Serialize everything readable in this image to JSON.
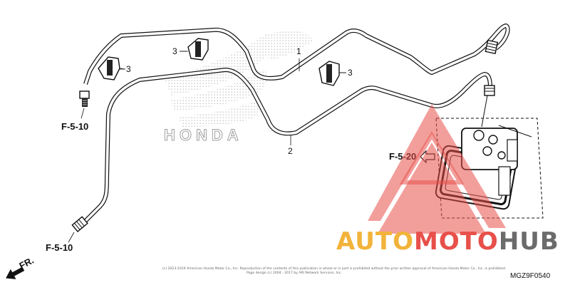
{
  "labels": {
    "ref_left_upper": "F-5-10",
    "ref_left_lower": "F-5-10",
    "ref_right": "F-5-20",
    "direction": "FR.",
    "diagram_code": "MGZ9F0540"
  },
  "callouts": {
    "pipe_1": "1",
    "pipe_2": "2",
    "clamp_a": "3",
    "clamp_b": "3",
    "clamp_c": "3"
  },
  "brand_mark": "HONDA",
  "watermark": {
    "part1": "AUTO",
    "part2": "MOTO",
    "part3": "HUB",
    "color_orange": "#f2b33a",
    "color_red": "#e8504a",
    "color_gray": "#6b6b6b"
  },
  "footer": {
    "line1": "(c) 2023-2019 American Honda Motor Co., Inc. Reproduction of the contents of this publication in whole or in part is prohibited without the prior written approval of American Honda Motor Co., Inc. is prohibited.",
    "line2": "Page design (c) 2004 - 2017 by ARI Network Services, Inc."
  }
}
